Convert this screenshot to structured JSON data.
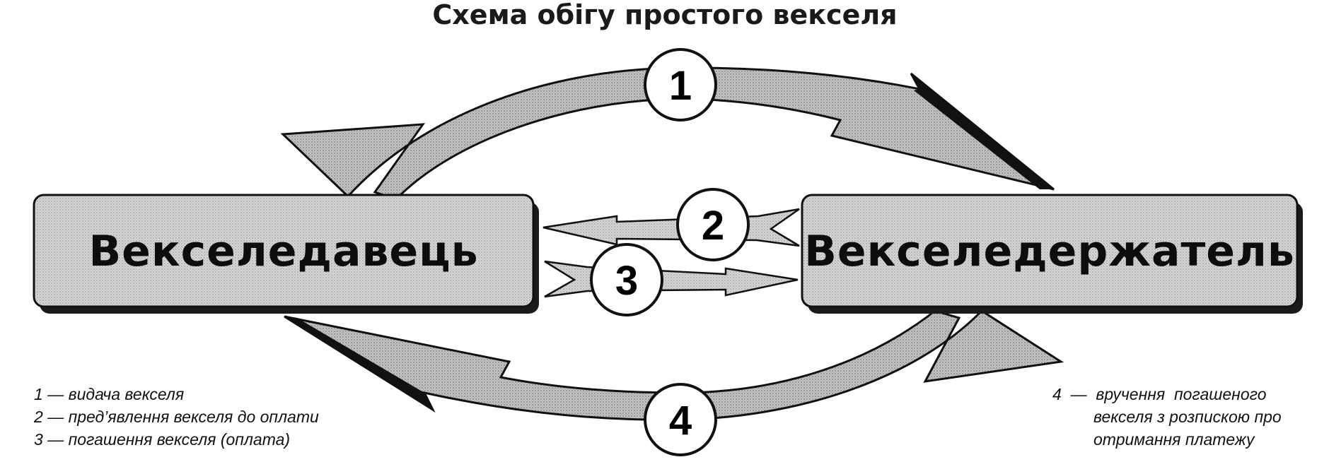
{
  "title": "Схема обігу простого векселя",
  "parties": {
    "left": "Векселедавець",
    "right": "Векселедержатель"
  },
  "steps": [
    {
      "num": "1",
      "label": "1 — видача векселя"
    },
    {
      "num": "2",
      "label": "2 — пред’явлення векселя до оплати"
    },
    {
      "num": "3",
      "label": "3 — погашення векселя (оплата)"
    },
    {
      "num": "4",
      "label": "4 —  вручення погашеного векселя з розпискою про отримання платежу",
      "label_first": "4  —  вручення  погашеного",
      "label_rest_1": "векселя з розпискою про",
      "label_rest_2": "отримання платежу"
    }
  ],
  "colors": {
    "box_fill": "#cfcfcf",
    "arrow_fill": "#b8b8b8",
    "outline": "#111111"
  }
}
